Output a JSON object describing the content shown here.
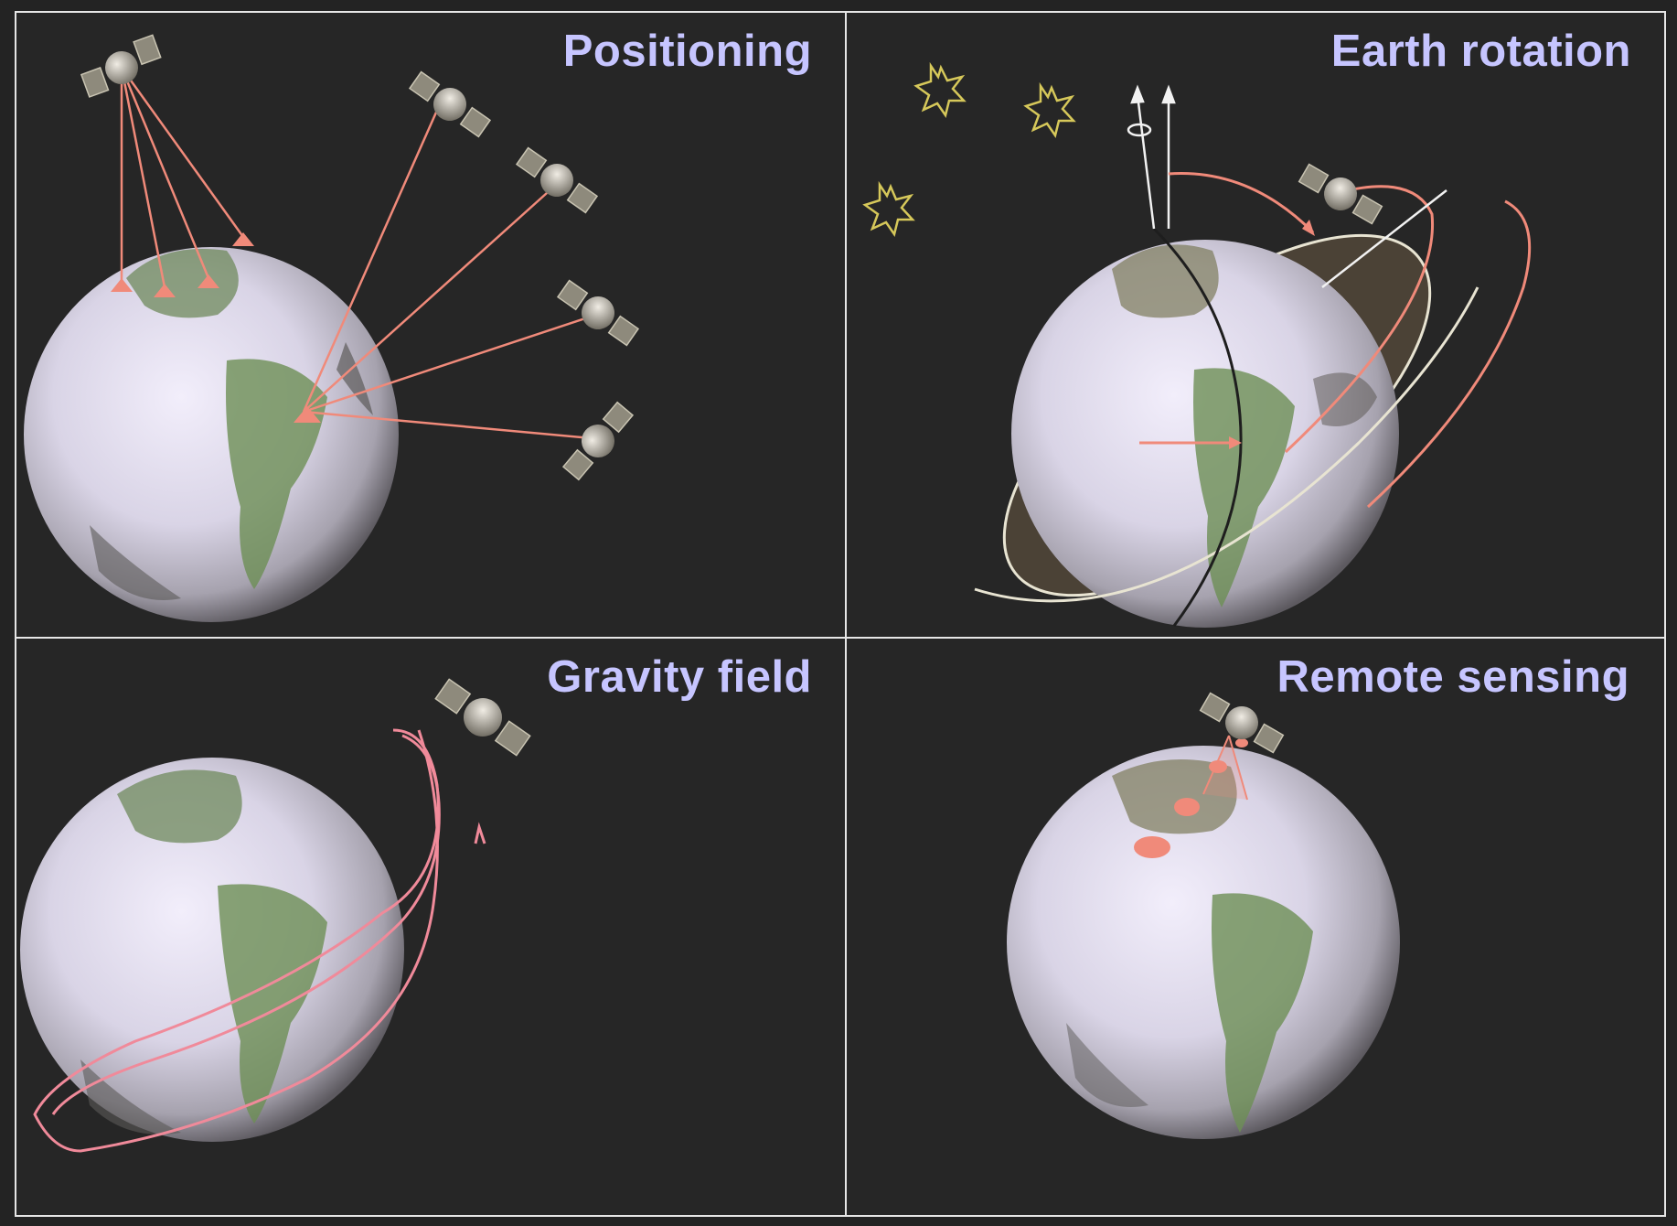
{
  "panels": [
    {
      "id": "positioning",
      "title": "Positioning"
    },
    {
      "id": "earth-rotation",
      "title": "Earth rotation"
    },
    {
      "id": "gravity-field",
      "title": "Gravity field"
    },
    {
      "id": "remote-sensing",
      "title": "Remote sensing"
    }
  ],
  "colors": {
    "background": "#232323",
    "title": "#c6c5ff",
    "signal": "#f08a7a",
    "orbit_fill": "#4b4236",
    "star": "#d6c85a"
  }
}
